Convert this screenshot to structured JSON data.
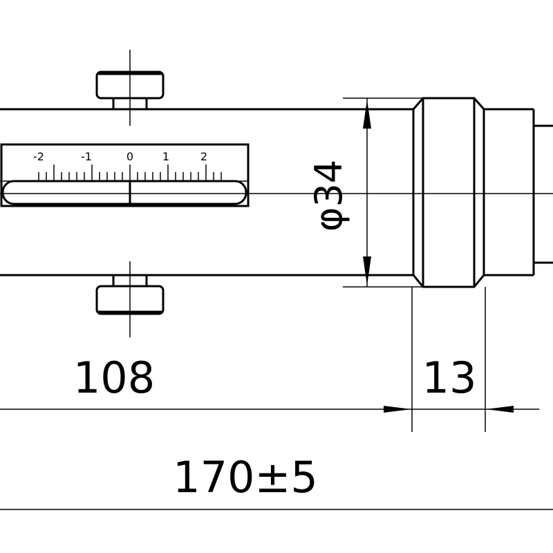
{
  "scale": {
    "ticks": [
      "-2",
      "-1",
      "0",
      "1",
      "2"
    ]
  },
  "dimensions": {
    "diameter": "φ34",
    "length_108": "108",
    "length_13": "13",
    "length_total": "170±5"
  }
}
